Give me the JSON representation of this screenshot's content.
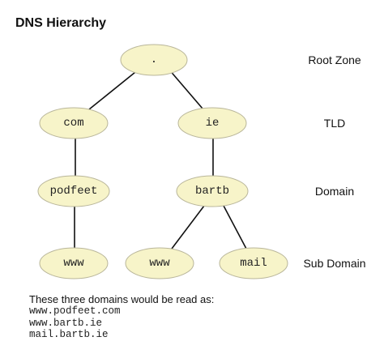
{
  "title": "DNS Hierarchy",
  "nodes": {
    "root": ".",
    "com": "com",
    "ie": "ie",
    "podfeet": "podfeet",
    "bartb": "bartb",
    "www_podfeet": "www",
    "www_bartb": "www",
    "mail_bartb": "mail"
  },
  "levels": {
    "root": "Root Zone",
    "tld": "TLD",
    "domain": "Domain",
    "sub": "Sub Domain"
  },
  "caption": "These three domains would be read as:",
  "examples": [
    "www.podfeet.com",
    "www.bartb.ie",
    "mail.bartb.ie"
  ],
  "colors": {
    "node_fill": "#f7f4c9",
    "node_stroke": "#b9b69a",
    "edge": "#111111"
  }
}
